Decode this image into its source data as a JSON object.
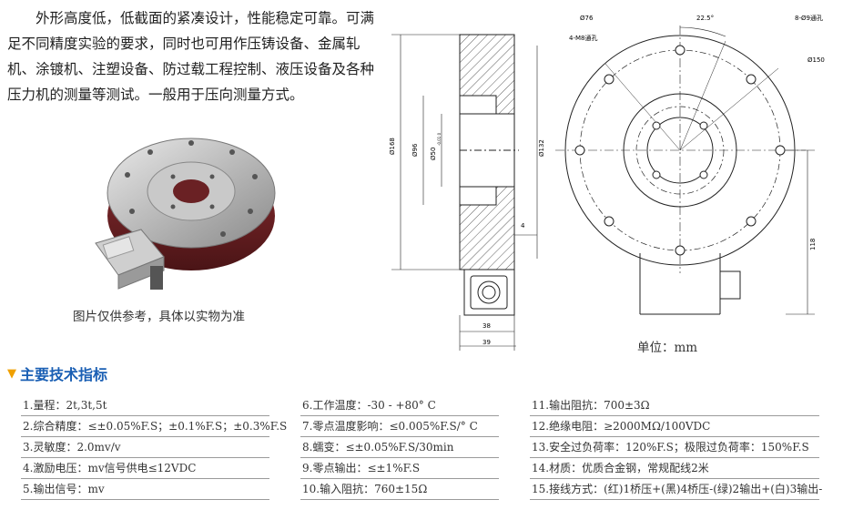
{
  "intro": {
    "text": "外形高度低，低截面的紧凑设计，性能稳定可靠。可满足不同精度实验的要求，同时也可用作压铸设备、金属轧机、涂镀机、注塑设备、防过载工程控制、液压设备及各种压力机的测量等测试。一般用于压向测量方式。"
  },
  "photo": {
    "caption": "图片仅供参考，具体以实物为准"
  },
  "drawing": {
    "labels": {
      "d168": "Ø168",
      "d96": "Ø96",
      "d50": "Ø50",
      "tol": "-0.01 0",
      "d132": "Ø132",
      "four": "4",
      "w38": "38",
      "w39": "39",
      "d76": "Ø76",
      "holes_m8": "4-M8通孔",
      "angle": "22.5°",
      "holes_d9": "8-Ø9通孔",
      "d150": "Ø150",
      "h118": "118"
    },
    "units": "单位：mm"
  },
  "section": {
    "title": "主要技术指标"
  },
  "specs": {
    "col1": [
      "1.量程：2t,3t,5t",
      "2.综合精度：≤±0.05%F.S；±0.1%F.S；±0.3%F.S",
      "3.灵敏度：2.0mv/v",
      "4.激励电压：mv信号供电≤12VDC",
      "5.输出信号：mv"
    ],
    "col2": [
      "6.工作温度：-30 - +80° C",
      "7.零点温度影响：≤0.005%F.S/° C",
      "8.蠕变：≤±0.05%F.S/30min",
      "9.零点输出：≤±1%F.S",
      "10.输入阻抗：760±15Ω"
    ],
    "col3": [
      "11.输出阻抗：700±3Ω",
      "12.绝缘电阻：≥2000MΩ/100VDC",
      "13.安全过负荷率：120%F.S；极限过负荷率：150%F.S",
      "14.材质：优质合金钢，常规配线2米",
      "15.接线方式：(红)1桥压+(黑)4桥压-(绿)2输出+(白)3输出-"
    ]
  }
}
